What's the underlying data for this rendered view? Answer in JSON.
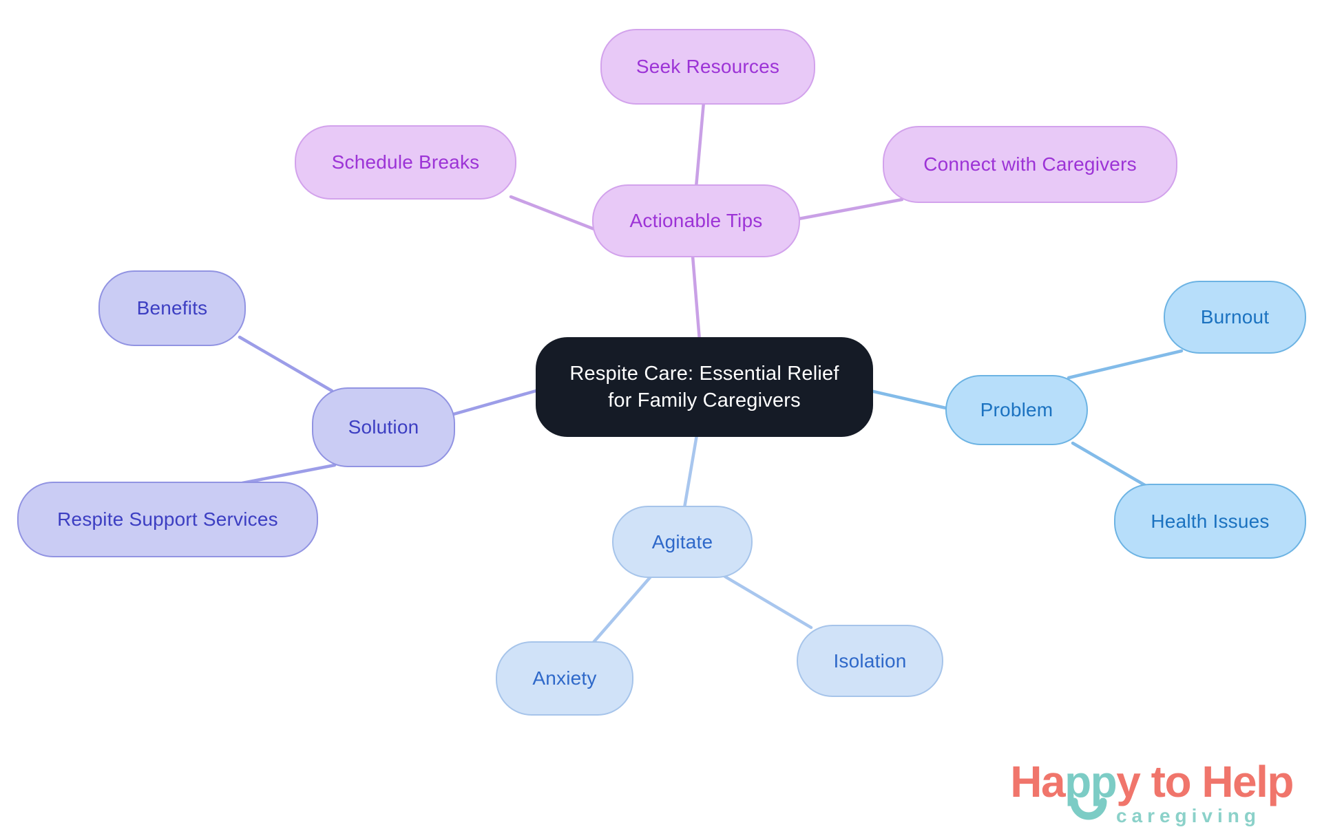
{
  "mindmap": {
    "root": {
      "label": "Respite Care: Essential Relief for Family Caregivers",
      "bg": "#151b26",
      "text_color": "#ffffff"
    },
    "branches": [
      {
        "label": "Actionable Tips",
        "fill": "#e8c9f7",
        "border": "#d2a2ec",
        "text_color": "#9c33d6",
        "line_color": "#c9a0e6",
        "children": [
          {
            "label": "Seek Resources"
          },
          {
            "label": "Schedule Breaks"
          },
          {
            "label": "Connect with Caregivers"
          }
        ]
      },
      {
        "label": "Problem",
        "fill": "#b7defa",
        "border": "#6cb3e3",
        "text_color": "#1b72c0",
        "line_color": "#82bbe9",
        "children": [
          {
            "label": "Burnout"
          },
          {
            "label": "Health Issues"
          }
        ]
      },
      {
        "label": "Agitate",
        "fill": "#d0e2f8",
        "border": "#a6c4ea",
        "text_color": "#2e68c9",
        "line_color": "#a8c6ee",
        "children": [
          {
            "label": "Anxiety"
          },
          {
            "label": "Isolation"
          }
        ]
      },
      {
        "label": "Solution",
        "fill": "#caccf4",
        "border": "#9193e2",
        "text_color": "#3c3ec2",
        "line_color": "#9c9de8",
        "children": [
          {
            "label": "Benefits"
          },
          {
            "label": "Respite Support Services"
          }
        ]
      }
    ]
  },
  "logo": {
    "segments": [
      {
        "text": "Ha",
        "color": "#f0756b"
      },
      {
        "text": "pp",
        "color": "#7cccc5"
      },
      {
        "text": "y to Help",
        "color": "#f0756b"
      }
    ],
    "tagline": "caregiving",
    "tagline_color": "#8bd1c9",
    "smile_color": "#7cccc5"
  }
}
